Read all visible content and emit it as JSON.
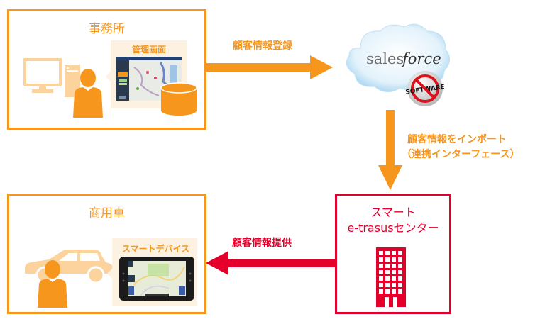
{
  "colors": {
    "orange": "#f7961d",
    "light_orange": "#fcd29d",
    "red": "#e4002b"
  },
  "office": {
    "title": "事務所",
    "panel_label": "管理画面",
    "icons": [
      "monitor-icon",
      "pc-tower-icon",
      "person-icon",
      "admin-screen-thumbnail",
      "database-icon"
    ]
  },
  "arrow_register": {
    "label": "顧客情報登録"
  },
  "salesforce": {
    "logo_text_1": "sales",
    "logo_text_2": "force",
    "badge_text": "SOFTWARE"
  },
  "arrow_import": {
    "label_line1": "顧客情報をインポート",
    "label_line2": "（連携インターフェース）"
  },
  "center": {
    "title_line1": "スマート",
    "title_line2": "e-trasusセンター",
    "icon": "building-icon"
  },
  "arrow_provide": {
    "label": "顧客情報提供"
  },
  "vehicle": {
    "title": "商用車",
    "panel_label": "スマートデバイス",
    "icons": [
      "car-icon",
      "person-icon",
      "tablet-device-image"
    ]
  }
}
